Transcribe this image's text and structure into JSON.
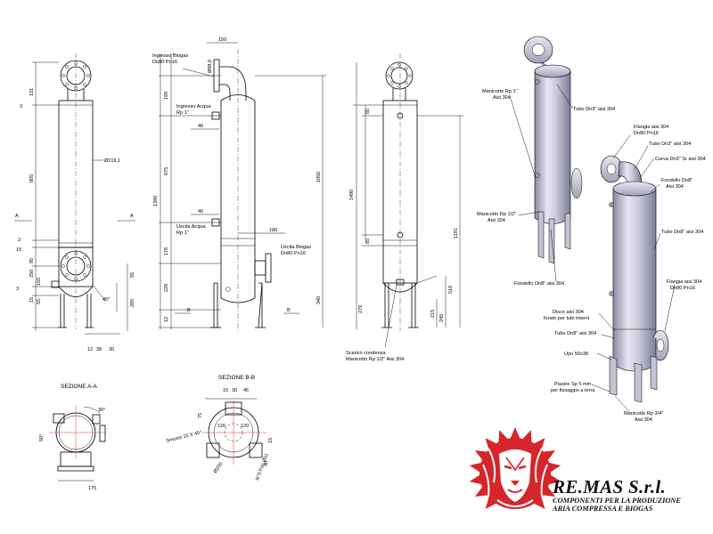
{
  "dims": {
    "d131": "131",
    "d3": "3",
    "d805": "805",
    "d10": "10",
    "d3b": "3",
    "d95": "95",
    "d250": "250",
    "d155": "155",
    "d15": "15",
    "d55": "55",
    "d55r": "55",
    "d285": "285",
    "d45deg": "45°",
    "dia219": "Ø219,1",
    "secA": "A",
    "d12": "12",
    "d38": "38",
    "d30": "30",
    "d150": "150",
    "dia88": "Ø88,9",
    "d199": "199",
    "d40a": "40",
    "d675": "675",
    "d1390": "1390",
    "d40b": "40",
    "d180": "180",
    "d176": "176",
    "d228": "228",
    "d12b": "12",
    "d1050": "1050",
    "d340": "340",
    "secB": "B",
    "d85a": "85",
    "d85b": "85",
    "d1490": "1490",
    "d1191": "1191",
    "d279": "279",
    "d215": "215",
    "d516": "516",
    "d245": "245",
    "d175": "175",
    "d50deg": "50°",
    "d30deg": "30°",
    "d15b": "15",
    "d30b": "30",
    "d45b": "45",
    "d120": "120",
    "d120b": "120",
    "d75": "75",
    "d15c": "15",
    "d40c": "40",
    "dia200": "Ø200",
    "holes": "N°3 Fori Ø11",
    "smussi": "Smussi 15 X 45°"
  },
  "labels": {
    "ingresso_biogas": "Ingresso Biogas",
    "ingresso_biogas_spec": "Dn80 Pn16",
    "ingresso_acqua": "Ingresso Acqua",
    "ingresso_acqua_spec": "Rp 1\"",
    "uscita_acqua": "Uscita Acqua",
    "uscita_acqua_spec": "Rp 1\"",
    "uscita_biogas": "Uscita Biogas",
    "uscita_biogas_spec": "Dn80 Pn16",
    "scarico1": "Scarico condensa",
    "scarico2": "Manicotto Rp 1/2\" Aisi 304",
    "sezione_aa": "SEZIONE A-A",
    "sezione_bb": "SEZIONE B-B"
  },
  "iso_labels": {
    "man1_a": "Manicotto Rp 1\"",
    "man1_b": "Aisi 304",
    "tubo_dn3_a": "Tubo Dn3\" aisi 304",
    "man12_a": "Manicotto Rp 1/2\"",
    "man12_b": "Aisi 304",
    "fond_a": "Fondello Dn8\" aisi 304",
    "flangia_a": "Flangia aisi 304",
    "flangia_b": "Dn80 Pn16",
    "tubo_dn3_b": "Tubo Dn3\" aisi 304",
    "curva_a": "Curva Dn3\" Sr aisi 304",
    "fond8_a": "Fondello Dn8\"",
    "fond8_b": "Aisi 304",
    "tubo_dn8_a": "Tubo Dn8\" aisi 304",
    "flangia2_a": "Flangia aisi 304",
    "flangia2_b": "Dn80 Pn16",
    "disco_a": "Disco aisi 304",
    "disco_b": "forato per tubi interni",
    "tubo_dn8_b": "Tubo Dn8\" aisi 304",
    "upn": "Upn 50x38",
    "piastre_a": "Piastre Sp 5 mm",
    "piastre_b": "per fissaggio a terra",
    "man34_a": "Manicotto Rp 3/4\"",
    "man34_b": "Aisi 304"
  },
  "brand": {
    "name": "RE.MAS S.r.l.",
    "tag1": "COMPONENTI PER LA PRODUZIONE",
    "tag2": "ARIA COMPRESSA E BIOGAS"
  },
  "colors": {
    "logo_red": "#d5262b",
    "steel_light": "#d6d6e6",
    "steel_dark": "#8d8da6",
    "line": "#000000",
    "centerline": "#d22222"
  }
}
